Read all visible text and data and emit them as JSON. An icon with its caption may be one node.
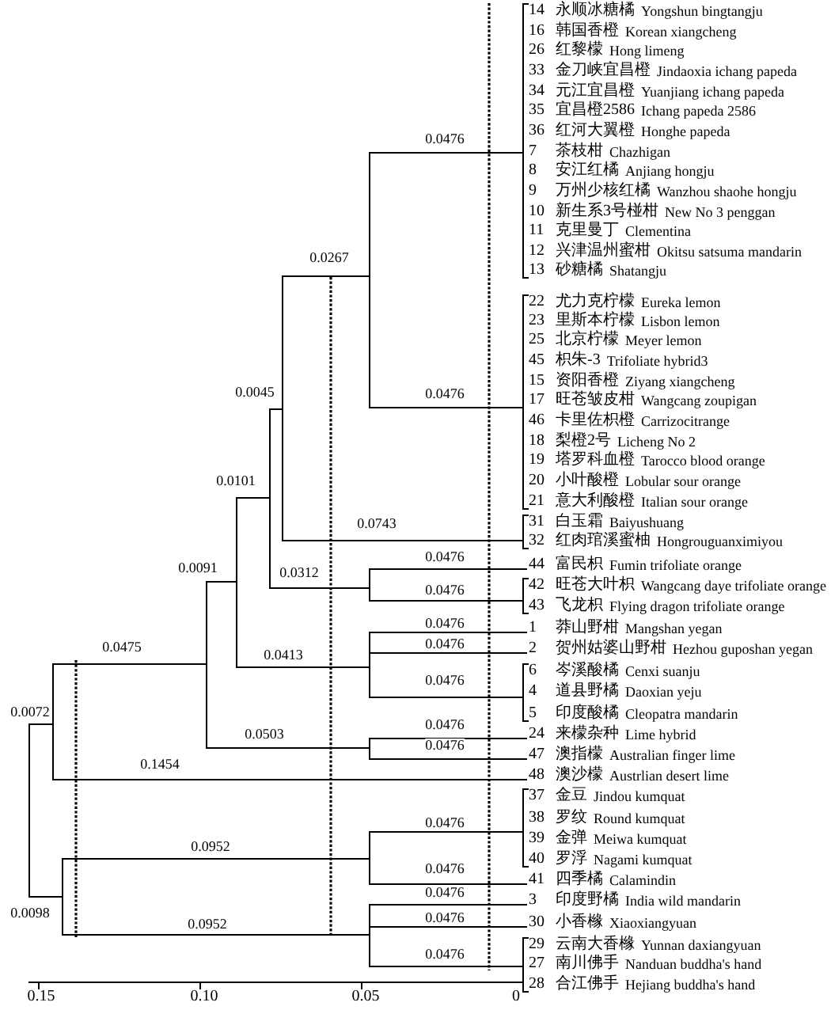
{
  "diagram": {
    "nodes": [
      {
        "text": [],
        "shape": "bracket"
      },
      {
        "text": [
          "14",
          "永顺冰糖橘",
          "Yongshun bingtangju"
        ],
        "in": 0
      },
      {
        "text": [
          "16",
          "韩国香橙",
          "Korean xiangcheng"
        ],
        "in": 0
      },
      {
        "text": [
          "26",
          "红黎檬",
          "Hong limeng"
        ],
        "in": 0
      },
      {
        "text": [
          "33",
          "金刀峡宜昌橙",
          "Jindaoxia ichang papeda"
        ],
        "in": 0
      },
      {
        "text": [
          "34",
          "元江宜昌橙",
          "Yuanjiang ichang papeda"
        ],
        "in": 0
      },
      {
        "text": [
          "35",
          "宜昌橙2586",
          "Ichang papeda 2586"
        ],
        "in": 0
      },
      {
        "text": [
          "36",
          "红河大翼橙",
          "Honghe papeda"
        ],
        "in": 0
      },
      {
        "text": [
          "7",
          "茶枝柑",
          "Chazhigan"
        ],
        "in": 0
      },
      {
        "text": [
          "8",
          "安江红橘",
          "Anjiang hongju"
        ],
        "in": 0
      },
      {
        "text": [
          "9",
          "万州少核红橘",
          "Wanzhou shaohe hongju"
        ],
        "in": 0
      },
      {
        "text": [
          "10",
          "新生系3号椪柑",
          "New No 3 penggan"
        ],
        "in": 0
      },
      {
        "text": [
          "11",
          "克里曼丁",
          "Clementina"
        ],
        "in": 0
      },
      {
        "text": [
          "12",
          "兴津温州蜜柑",
          "Okitsu satsuma mandarin"
        ],
        "in": 0
      },
      {
        "text": [
          "13",
          "砂糖橘",
          "Shatangju"
        ],
        "in": 0
      },
      {
        "text": [],
        "shape": "bracket"
      },
      {
        "text": [
          "22",
          "尤力克柠檬",
          "Eureka lemon"
        ],
        "in": 15
      },
      {
        "text": [
          "23",
          "里斯本柠檬",
          "Lisbon lemon"
        ],
        "in": 15
      },
      {
        "text": [
          "25",
          "北京柠檬",
          "Meyer lemon"
        ],
        "in": 15
      },
      {
        "text": [
          "45",
          "枳朱-3",
          "Trifoliate hybrid3"
        ],
        "in": 15
      },
      {
        "text": [
          "15",
          "资阳香橙",
          "Ziyang xiangcheng"
        ],
        "in": 15
      },
      {
        "text": [
          "17",
          "旺苍皱皮柑",
          "Wangcang zoupigan"
        ],
        "in": 15
      },
      {
        "text": [
          "46",
          "卡里佐枳橙",
          "Carrizocitrange"
        ],
        "in": 15
      },
      {
        "text": [
          "18",
          "梨橙2号",
          "Licheng No 2"
        ],
        "in": 15
      },
      {
        "text": [
          "19",
          "塔罗科血橙",
          "Tarocco blood orange"
        ],
        "in": 15
      },
      {
        "text": [
          "20",
          "小叶酸橙",
          "Lobular sour orange"
        ],
        "in": 15
      },
      {
        "text": [
          "21",
          "意大利酸橙",
          "Italian sour orange"
        ],
        "in": 15
      },
      {
        "text": [],
        "shape": "bracket"
      },
      {
        "text": [
          "31",
          "白玉霜",
          "Baiyushuang"
        ],
        "in": 27
      },
      {
        "text": [
          "32",
          "红肉琯溪蜜柚",
          "Hongrouguanximiyou"
        ],
        "in": 27
      },
      {
        "text": [
          "44",
          "富民枳",
          "Fumin trifoliate orange"
        ]
      },
      {
        "text": [],
        "shape": "bracket"
      },
      {
        "text": [
          "42",
          "旺苍大叶枳",
          "Wangcang daye trifoliate orange"
        ],
        "in": 31
      },
      {
        "text": [
          "43",
          "飞龙枳",
          "Flying dragon trifoliate orange"
        ],
        "in": 31
      },
      {
        "text": [
          "1",
          "莽山野柑",
          "Mangshan yegan"
        ]
      },
      {
        "text": [
          "2",
          "贺州姑婆山野柑",
          "Hezhou guposhan yegan"
        ]
      },
      {
        "text": [],
        "shape": "bracket"
      },
      {
        "text": [
          "6",
          "岑溪酸橘",
          "Cenxi suanju"
        ],
        "in": 36
      },
      {
        "text": [
          "4",
          "道县野橘",
          "Daoxian yeju"
        ],
        "in": 36
      },
      {
        "text": [
          "5",
          "印度酸橘",
          "Cleopatra mandarin"
        ],
        "in": 36
      },
      {
        "text": [
          "24",
          "来檬杂种",
          "Lime hybrid"
        ]
      },
      {
        "text": [
          "47",
          "澳指檬",
          "Australian finger lime"
        ]
      },
      {
        "text": [
          "48",
          "澳沙檬",
          "Austrlian desert lime"
        ]
      },
      {
        "text": [],
        "shape": "bracket"
      },
      {
        "text": [
          "37",
          "金豆",
          "Jindou kumquat"
        ],
        "in": 43
      },
      {
        "text": [
          "38",
          "罗纹",
          "Round kumquat"
        ],
        "in": 43
      },
      {
        "text": [
          "39",
          "金弹",
          "Meiwa kumquat"
        ],
        "in": 43
      },
      {
        "text": [
          "40",
          "罗浮",
          "Nagami kumquat"
        ],
        "in": 43
      },
      {
        "text": [
          "41",
          "四季橘",
          "Calamindin"
        ]
      },
      {
        "text": [
          "3",
          "印度野橘",
          "India wild mandarin"
        ]
      },
      {
        "text": [
          "30",
          "小香橼",
          "Xiaoxiangyuan"
        ]
      },
      {
        "text": [],
        "shape": "bracket"
      },
      {
        "text": [
          "29",
          "云南大香橼",
          "Yunnan daxiangyuan"
        ],
        "in": 51
      },
      {
        "text": [
          "27",
          "南川佛手",
          "Nanduan buddha's hand"
        ],
        "in": 51
      },
      {
        "text": [
          "28",
          "合江佛手",
          "Hejiang buddha's hand"
        ],
        "in": 51
      },
      {
        "text": [],
        "shape": "bar"
      },
      {
        "text": [],
        "shape": "bar"
      },
      {
        "text": [],
        "shape": "bar"
      },
      {
        "text": [],
        "shape": "bar"
      },
      {
        "text": [],
        "shape": "bar"
      },
      {
        "text": [],
        "shape": "bar"
      },
      {
        "text": [],
        "shape": "bar"
      },
      {
        "text": [],
        "shape": "bar"
      },
      {
        "text": [],
        "shape": "bar"
      },
      {
        "text": [],
        "shape": "bar"
      },
      {
        "text": [],
        "shape": "bar"
      },
      {
        "text": [],
        "shape": "bar"
      },
      {
        "text": [],
        "shape": "bar"
      }
    ],
    "edges": [
      {
        "from": 63,
        "to": 62,
        "arrow": "none",
        "label": "0.0072"
      },
      {
        "from": 63,
        "to": 66,
        "arrow": "none",
        "label": "0.0098"
      },
      {
        "from": 62,
        "to": 60,
        "arrow": "none",
        "label": "0.0475"
      },
      {
        "from": 62,
        "to": 42,
        "arrow": "none",
        "label": "0.1454"
      },
      {
        "from": 60,
        "to": 58,
        "arrow": "none",
        "label": "0.0091"
      },
      {
        "from": 60,
        "to": 64,
        "arrow": "none",
        "label": "0.0503"
      },
      {
        "from": 58,
        "to": 57,
        "arrow": "none",
        "label": "0.0101"
      },
      {
        "from": 58,
        "to": 61,
        "arrow": "none",
        "label": "0.0413"
      },
      {
        "from": 57,
        "to": 56,
        "arrow": "none",
        "label": "0.0045"
      },
      {
        "from": 57,
        "to": 59,
        "arrow": "none",
        "label": "0.0312"
      },
      {
        "from": 56,
        "to": 55,
        "arrow": "none",
        "label": "0.0267"
      },
      {
        "from": 56,
        "to": 27,
        "arrow": "none",
        "label": "0.0743"
      },
      {
        "from": 55,
        "to": 0,
        "arrow": "none",
        "label": "0.0476"
      },
      {
        "from": 55,
        "to": 15,
        "arrow": "none",
        "label": "0.0476"
      },
      {
        "from": 59,
        "to": 30,
        "arrow": "none",
        "label": "0.0476"
      },
      {
        "from": 59,
        "to": 31,
        "arrow": "none",
        "label": "0.0476"
      },
      {
        "from": 61,
        "to": 34,
        "arrow": "none",
        "label": "0.0476"
      },
      {
        "from": 61,
        "to": 35,
        "arrow": "none",
        "label": "0.0476"
      },
      {
        "from": 61,
        "to": 36,
        "arrow": "none",
        "label": "0.0476"
      },
      {
        "from": 64,
        "to": 40,
        "arrow": "none",
        "label": "0.0476"
      },
      {
        "from": 64,
        "to": 41,
        "arrow": "none",
        "label": "0.0476"
      },
      {
        "from": 66,
        "to": 65,
        "arrow": "none",
        "label": "0.0952"
      },
      {
        "from": 66,
        "to": 67,
        "arrow": "none",
        "label": "0.0952"
      },
      {
        "from": 65,
        "to": 43,
        "arrow": "none",
        "label": "0.0476"
      },
      {
        "from": 65,
        "to": 48,
        "arrow": "none",
        "label": "0.0476"
      },
      {
        "from": 67,
        "to": 49,
        "arrow": "none",
        "label": "0.0476"
      },
      {
        "from": 67,
        "to": 50,
        "arrow": "none",
        "label": "0.0476"
      },
      {
        "from": 67,
        "to": 51,
        "arrow": "none",
        "label": "0.0476"
      }
    ],
    "labels": [
      "0.15",
      "0.10",
      "0.05",
      "0"
    ]
  }
}
